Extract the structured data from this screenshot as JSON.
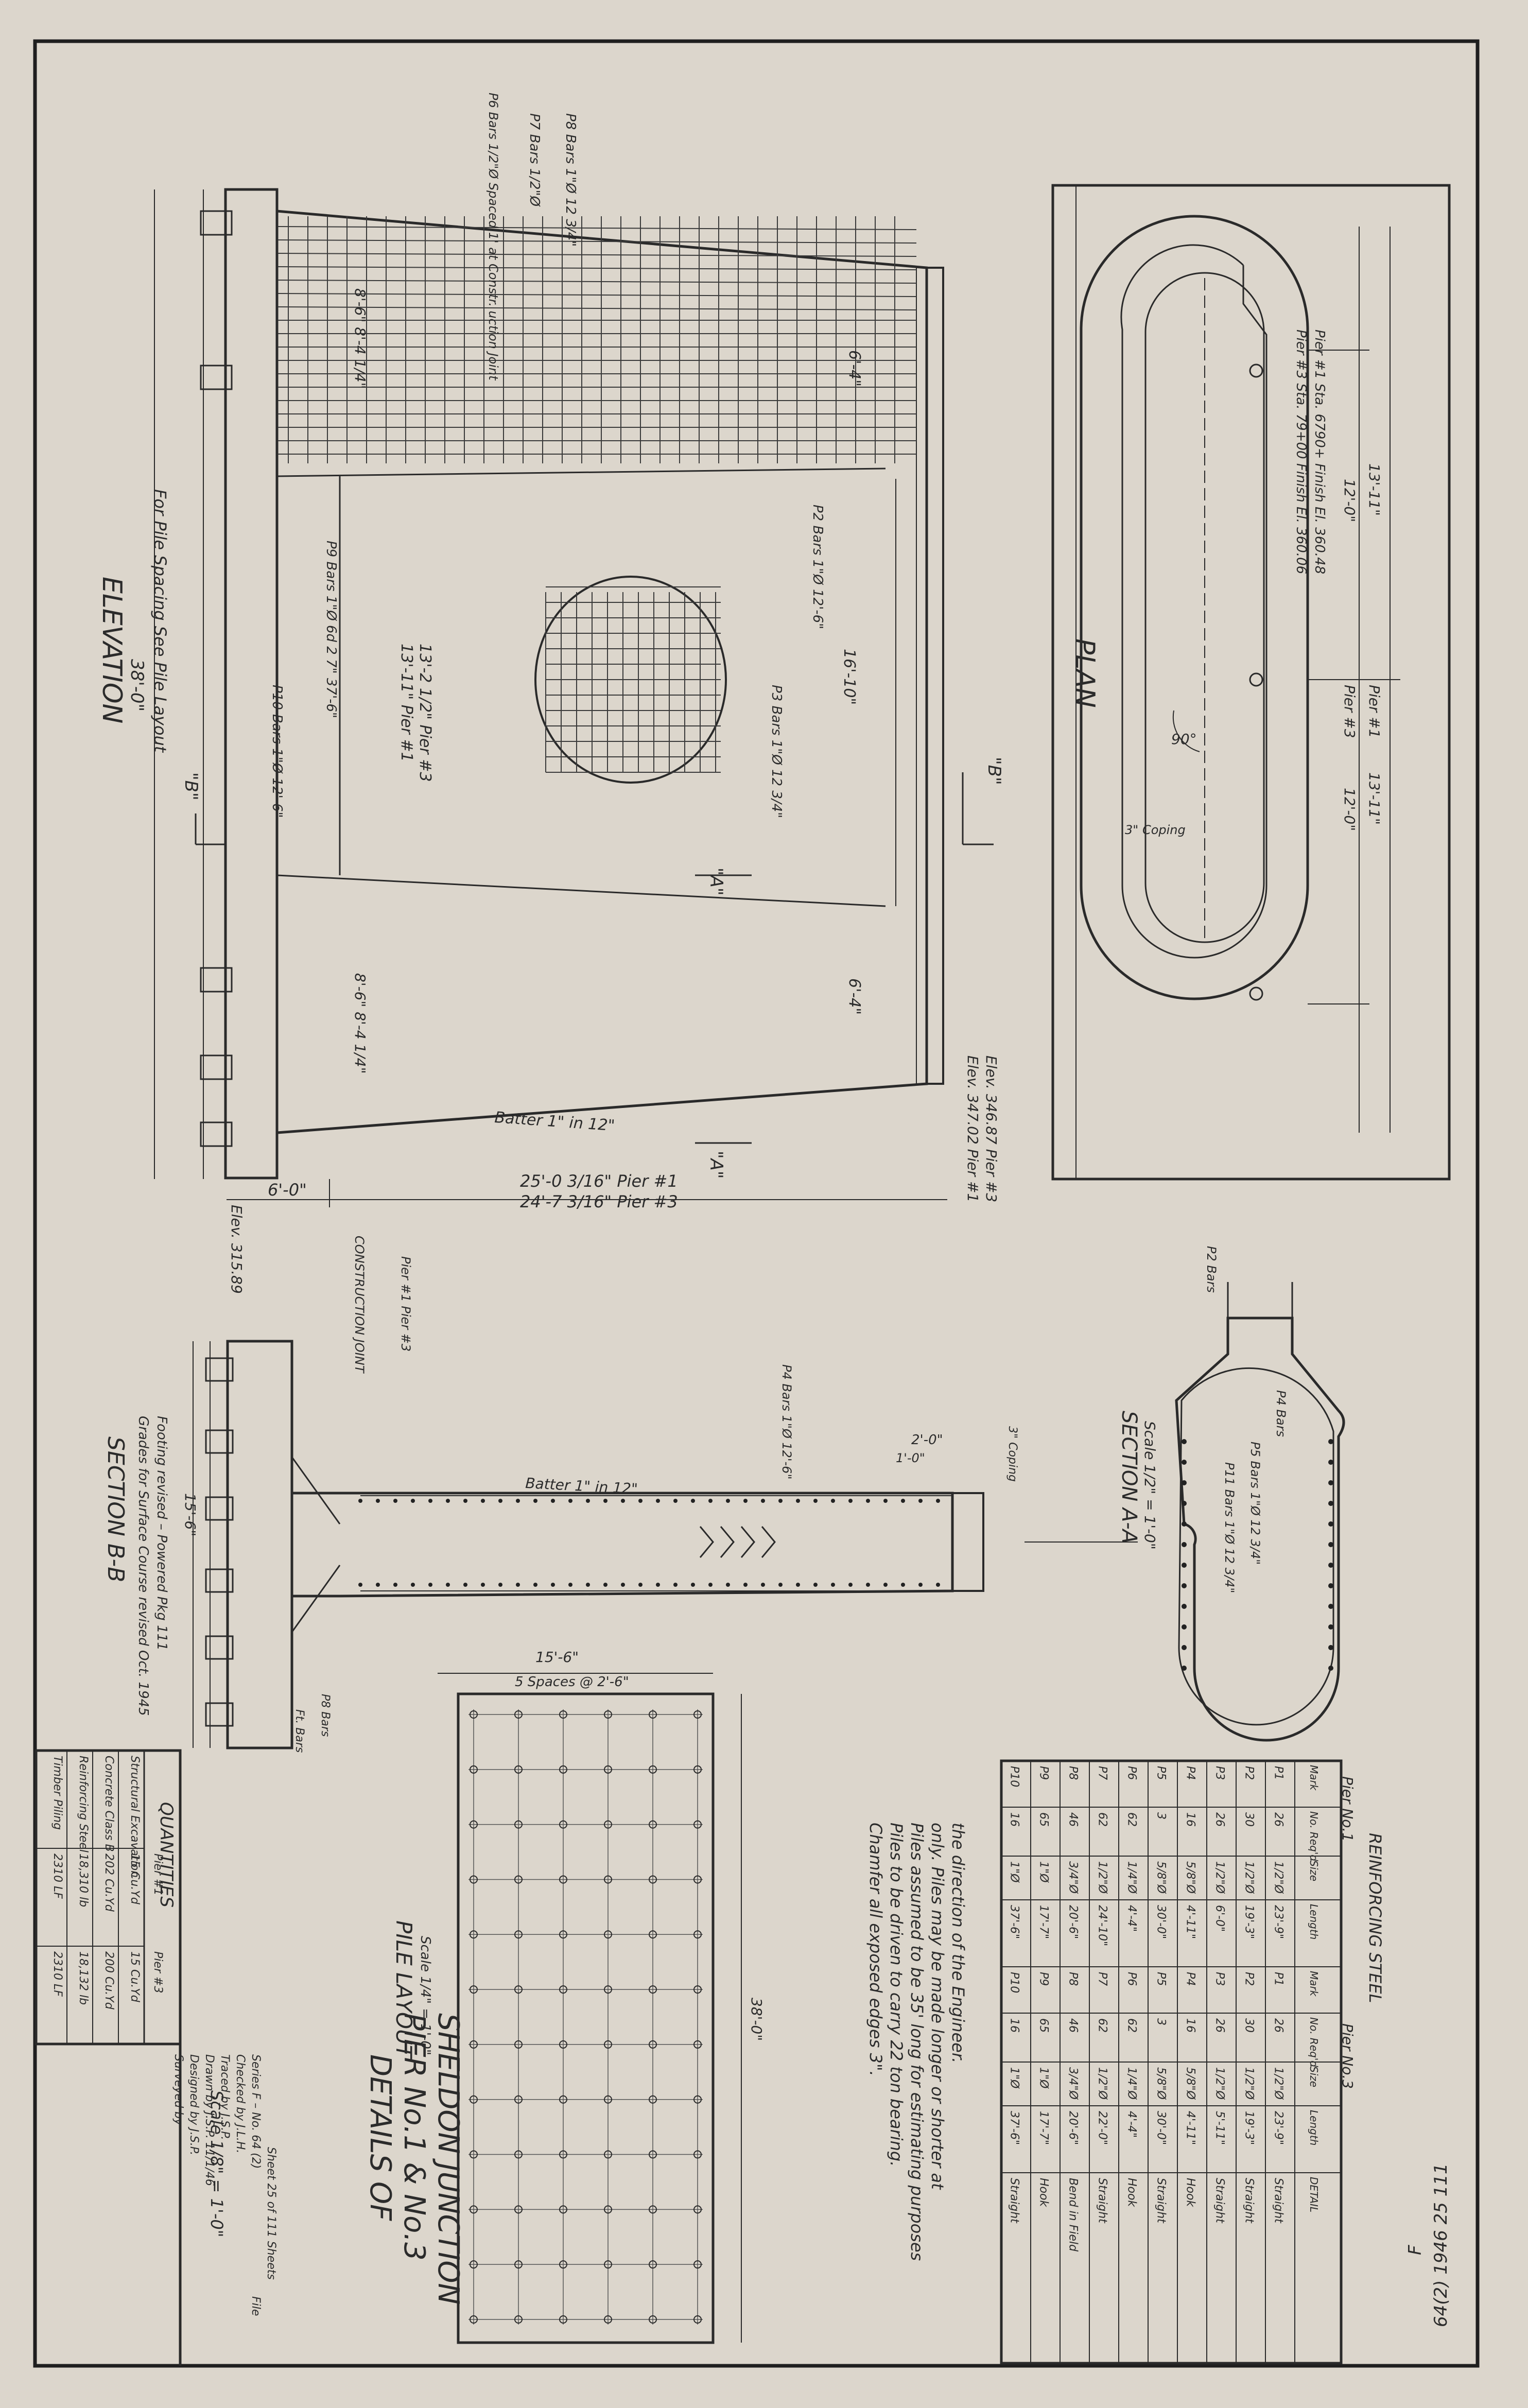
{
  "sheet_ref": "64(2) 1946 25 111",
  "sheet_ref_f": "F",
  "elevation": {
    "title": "ELEVATION",
    "note": "For Pile Spacing See Pile Layout",
    "dim_38": "38'-0\"",
    "dim_25_p1": "25'-0 3/16\" Pier #1",
    "dim_24_p3": "24'-7 3/16\" Pier #3",
    "dim_6": "6'-0\"",
    "elev_top_p1": "Elev. 347.02 Pier #1",
    "elev_top_p3": "Elev. 346.87 Pier #3",
    "elev_base": "Elev. 315.89",
    "batter": "Batter 1\" in 12\"",
    "dim_16_10": "16'-10\"",
    "dim_6_4a": "6'-4\"",
    "dim_6_4b": "6'-4\"",
    "dim_13_11": "13'-11\" Pier #1",
    "dim_13_2": "13'-2 1/2\" Pier #3",
    "dim_8_6": "8'-6\" 8'-4 1/4\"",
    "dim_8_6b": "8'-6\" 8'-4 1/4\"",
    "bars_p8": "P8 Bars 1\"Ø 12 3/4\"",
    "bars_p7": "P7 Bars 1/2\"Ø",
    "bars_p6": "P6 Bars 1/2\"Ø Spaced 1' at Constr. uction Joint",
    "bars_p9": "P9 Bars 1\"Ø 6d 2 7\" 37'-6\"",
    "bars_p10": "P10 Bars 1\"Ø 12'-6\"",
    "bars_p2": "P2 Bars 1\"Ø 12'-6\"",
    "bars_p3": "P3 Bars 1\"Ø 12 3/4\"",
    "section_a": "\"A\"",
    "section_b": "\"B\""
  },
  "plan": {
    "title": "PLAN",
    "note1": "Pier #1 Sta. 6790+ Finish El. 360.48",
    "note2": "Pier #3 Sta. 79+00 Finish El. 360.06",
    "dim_13_11a": "13'-11\"",
    "dim_12_0a": "12'-0\"",
    "dim_13_11b": "13'-11\"",
    "dim_12_0b": "12'-0\"",
    "pier1": "Pier #1",
    "pier3": "Pier #3",
    "angle": "90°",
    "coping": "3\" Coping"
  },
  "section_aa": {
    "title": "SECTION A-A",
    "scale": "Scale 1/2\" = 1'-0\"",
    "p2": "P2 Bars",
    "p4": "P4 Bars",
    "p5": "P5 Bars 1\"Ø 12 3/4\"",
    "p11": "P11 Bars 1\"Ø 12 3/4\""
  },
  "section_bb": {
    "title": "SECTION B-B",
    "note1": "Grades for Surface Course revised Oct. 1945",
    "note2": "Footing revised – Powered Pkg 111",
    "construction": "CONSTRUCTION JOINT",
    "pier_labels": "Pier #1 Pier #3",
    "batter": "Batter 1\" in 12\"",
    "dim_15_6": "15'-6\"",
    "dim_2_0": "2'-0\"",
    "dim_1_0": "1'-0\"",
    "coping": "3\" Coping",
    "p4_label": "P4 Bars 1\"Ø 12'-6\"",
    "ft_bars": "Ft. Bars",
    "p8_bars": "P8 Bars"
  },
  "pile_layout": {
    "title": "PILE LAYOUT",
    "scale": "Scale 1/4\" = 1'-0\"",
    "dim_15_6": "15'-6\"",
    "spaces": "5 Spaces @ 2'-6\"",
    "dim_38": "38'-0\"",
    "rows": 12,
    "cols": 6
  },
  "notes": {
    "line1": "Chamfer all exposed edges 3\".",
    "line2": "Piles to be driven to carry 22 ton bearing.",
    "line3": "Piles assumed to be 35' long for estimating purposes",
    "line4": "only. Piles may be made longer or shorter at",
    "line5": "the direction of the Engineer."
  },
  "quantities": {
    "title": "QUANTITIES",
    "headers": [
      "",
      "Pier #1",
      "Pier #3"
    ],
    "rows": [
      [
        "Structural Excavation",
        "15 Cu.Yd",
        "15 Cu.Yd"
      ],
      [
        "Concrete Class B",
        "202 Cu.Yd",
        "200 Cu.Yd"
      ],
      [
        "Reinforcing Steel",
        "18,310 lb",
        "18,132 lb"
      ],
      [
        "Timber Piling",
        "2310 LF",
        "2310 LF"
      ]
    ]
  },
  "title_block": {
    "title1": "DETAILS OF",
    "title2": "PIER No.1 & No.3",
    "title3": "SHELDON JUNCTION",
    "scale": "Scale 1/8\" = 1'-0\"",
    "surveyed": "Surveyed by",
    "designed": "Designed by  J.S.P.",
    "drawn": "Drawn by  J.S.P.  11/1/46",
    "traced": "Traced by  J.S.P.",
    "checked": "Checked by  J.L.H.",
    "series": "Series F – No. 64 (2)",
    "sheet": "Sheet 25 of 111 Sheets",
    "file": "File"
  },
  "reinforcing": {
    "title": "REINFORCING STEEL",
    "pier1": "Pier No.1",
    "pier3": "Pier No.3",
    "headers": [
      "Mark",
      "No. Req'd",
      "Size",
      "Length",
      "Mark",
      "No. Req'd",
      "Size",
      "Length",
      "DETAIL"
    ],
    "rows": [
      [
        "P1",
        "26",
        "1/2\"Ø",
        "23'-9\"",
        "P1",
        "26",
        "1/2\"Ø",
        "23'-9\"",
        "Straight"
      ],
      [
        "P2",
        "30",
        "1/2\"Ø",
        "19'-3\"",
        "P2",
        "30",
        "1/2\"Ø",
        "19'-3\"",
        "Straight"
      ],
      [
        "P3",
        "26",
        "1/2\"Ø",
        "6'-0\"",
        "P3",
        "26",
        "1/2\"Ø",
        "5'-11\"",
        "Straight"
      ],
      [
        "P4",
        "16",
        "5/8\"Ø",
        "4'-11\"",
        "P4",
        "16",
        "5/8\"Ø",
        "4'-11\"",
        "Hook"
      ],
      [
        "P5",
        "3",
        "5/8\"Ø",
        "30'-0\"",
        "P5",
        "3",
        "5/8\"Ø",
        "30'-0\"",
        "Straight"
      ],
      [
        "P6",
        "62",
        "1/4\"Ø",
        "4'-4\"",
        "P6",
        "62",
        "1/4\"Ø",
        "4'-4\"",
        "Hook"
      ],
      [
        "P7",
        "62",
        "1/2\"Ø",
        "24'-10\"",
        "P7",
        "62",
        "1/2\"Ø",
        "22'-0\"",
        "Straight"
      ],
      [
        "P8",
        "46",
        "3/4\"Ø",
        "20'-6\"",
        "P8",
        "46",
        "3/4\"Ø",
        "20'-6\"",
        "Bend in Field"
      ],
      [
        "P9",
        "65",
        "1\"Ø",
        "17'-7\"",
        "P9",
        "65",
        "1\"Ø",
        "17'-7\"",
        "Hook"
      ],
      [
        "P10",
        "16",
        "1\"Ø",
        "37'-6\"",
        "P10",
        "16",
        "1\"Ø",
        "37'-6\"",
        "Straight"
      ]
    ]
  }
}
